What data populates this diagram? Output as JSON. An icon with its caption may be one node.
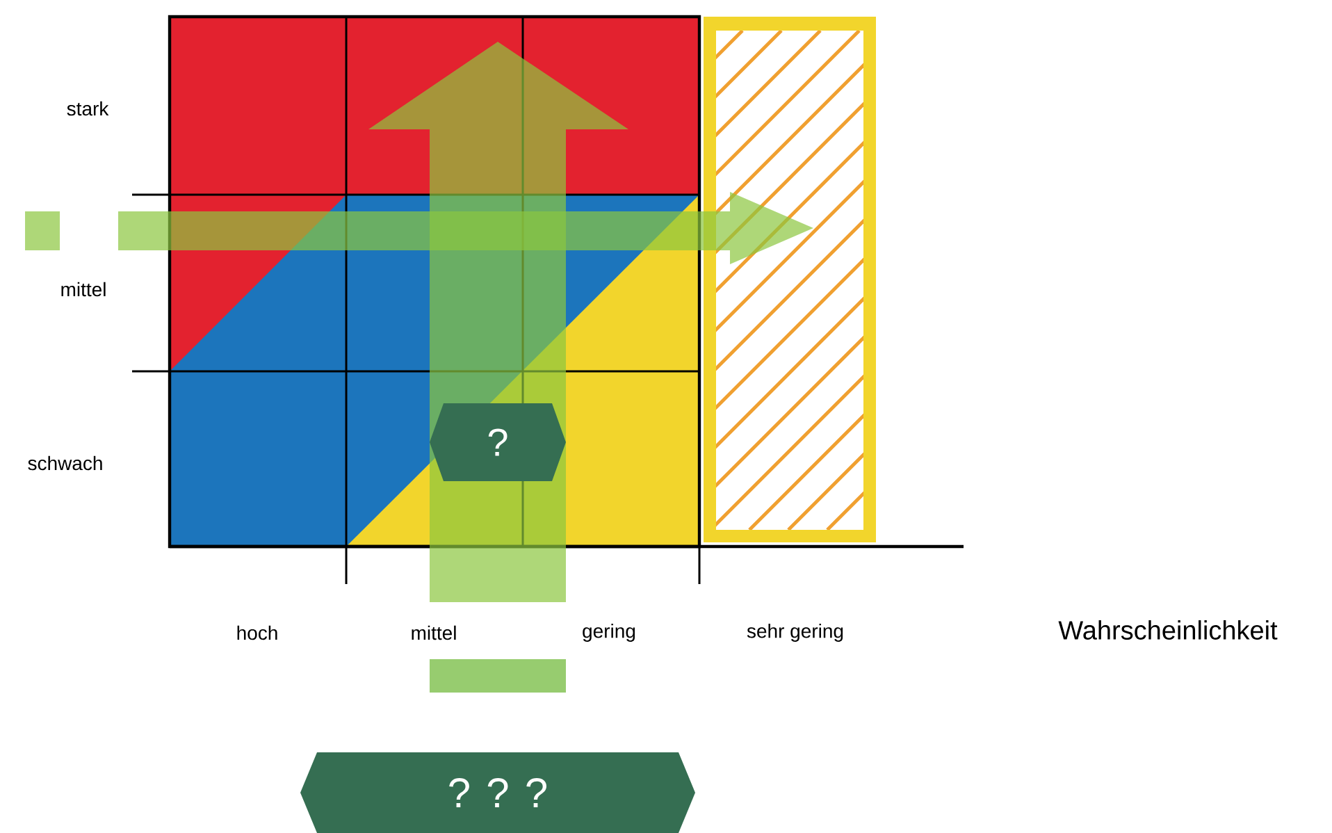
{
  "diagram": {
    "nodes": [
      {
        "text": [
          "?"
        ]
      },
      {
        "text": [
          "? ? ?"
        ]
      }
    ],
    "labels": [
      "stark",
      "mittel",
      "schwach",
      "hoch",
      "mittel",
      "gering",
      "sehr gering",
      "Wahrscheinlichkeit"
    ]
  }
}
